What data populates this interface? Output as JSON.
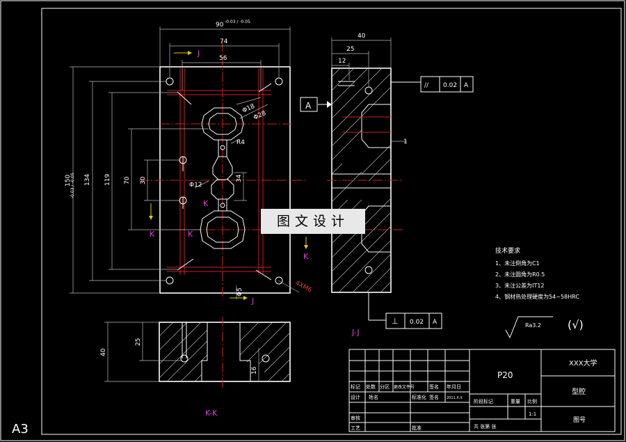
{
  "sheet": {
    "format": "A3"
  },
  "dims": {
    "d90": "90",
    "d90_tol": "-0.03 / -0.05",
    "d74": "74",
    "d56": "56",
    "d150": "150",
    "d150_tol": "-0.03 / -0.05",
    "d134": "134",
    "d119": "119",
    "d70": "70",
    "d30": "30",
    "phi18": "Φ18",
    "phi28": "Φ28",
    "phi12": "Φ12",
    "phi5": "Φ5",
    "r4": "R4",
    "d34": "34",
    "m6": "4XM6",
    "d40": "40",
    "d25": "25",
    "d12": "12",
    "d1": "1",
    "d40b": "40",
    "d25b": "25",
    "d16": "16"
  },
  "section_labels": {
    "J": "J",
    "K": "K",
    "jj": "J-J",
    "kk": "K-K"
  },
  "datum": {
    "A": "A"
  },
  "tolerance_top": {
    "symbol": "//",
    "value": "0.02",
    "datum": "A"
  },
  "tolerance_bottom": {
    "symbol": "⊥",
    "value": "0.02",
    "datum": "A"
  },
  "watermark": "图文设计",
  "tech_req": {
    "title": "技术要求",
    "items": [
      "1、未注倒角为C1",
      "2、未注圆角为R0.5",
      "3、未注公差为IT12",
      "4、钢材热处理硬度为54~58HRC"
    ]
  },
  "roughness": {
    "value": "Ra3.2",
    "paren": "(√)"
  },
  "title_block": {
    "material": "P20",
    "school": "XXX大学",
    "part_name": "型腔",
    "drawing_no": "图号",
    "scale": "1:1",
    "header_cells": [
      "标记",
      "处数",
      "分区",
      "更改文件号",
      "签名",
      "年月日"
    ],
    "row_design": [
      "设计",
      "姓名",
      "",
      "标准化",
      "签名",
      "2011.X.X"
    ],
    "row_check": [
      "审核"
    ],
    "row_process": [
      "工艺",
      "",
      "",
      "批准"
    ],
    "stage_labels": [
      "阶段标记",
      "重量",
      "比例"
    ],
    "sheets": "共  张第  张"
  }
}
